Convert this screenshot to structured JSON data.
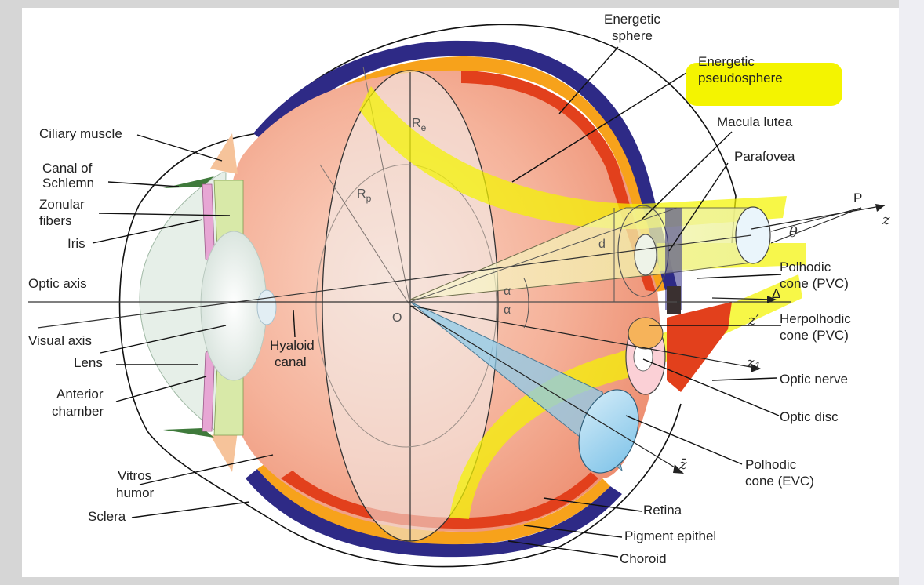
{
  "labels": {
    "energetic_sphere": [
      "Energetic",
      "sphere"
    ],
    "energetic_pseudosphere": [
      "Energetic",
      "pseudosphere"
    ],
    "macula_lutea": "Macula lutea",
    "parafovea": "Parafovea",
    "ciliary_muscle": "Ciliary muscle",
    "canal_of_schlemn": [
      "Canal of",
      "Schlemn"
    ],
    "zonular_fibers": [
      "Zonular",
      "fibers"
    ],
    "iris": "Iris",
    "optic_axis": "Optic axis",
    "visual_axis": "Visual axis",
    "lens": "Lens",
    "anterior_chamber": [
      "Anterior",
      "chamber"
    ],
    "vitros_humor": [
      "Vitros",
      "humor"
    ],
    "sclera": "Sclera",
    "hyaloid_canal": [
      "Hyaloid",
      "canal"
    ],
    "polhodic_cone_pvc": [
      "Polhodic",
      "cone (PVC)"
    ],
    "herpolhodic_cone_pvc": [
      "Herpolhodic",
      "cone (PVC)"
    ],
    "optic_nerve": "Optic nerve",
    "optic_disc": "Optic disc",
    "polhodic_cone_evc": [
      "Polhodic",
      "cone (EVC)"
    ],
    "retina": "Retina",
    "pigment_epithel": "Pigment epithel",
    "choroid": "Choroid"
  },
  "symbols": {
    "re": "R",
    "re_sub": "e",
    "rp": "R",
    "rp_sub": "p",
    "o": "O",
    "d": "d",
    "alpha_1": "α",
    "alpha_2": "α",
    "theta": "θ",
    "p": "P",
    "z": "z",
    "z_prime": "z′",
    "z_1": "z",
    "z_1_sub": "1",
    "z_bar": "z̄",
    "delta": "Δ"
  },
  "colors": {
    "vitreous": "#f2a58c",
    "vitreous_light": "#f8c8b4",
    "sclera_outline": "#111111",
    "choroid": "#2e2a86",
    "pigment": "#f7a21b",
    "retina": "#e2401c",
    "highlight_yellow": "#f4f400",
    "cone_blue": "#8dcbea",
    "lens": "#e7f0ea",
    "iris": "#e7a6d4",
    "zonular": "#d8e9a8",
    "canal_green": "#3f7a3b"
  }
}
